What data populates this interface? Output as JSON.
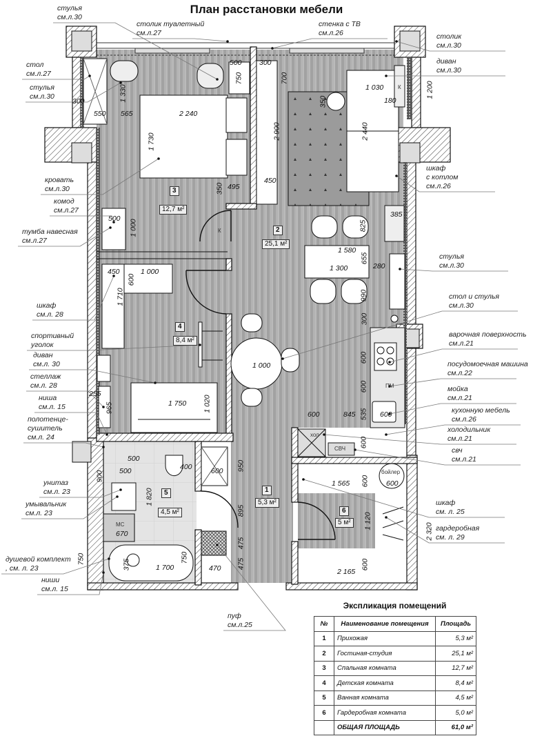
{
  "title": "План расстановки мебели",
  "rooms": [
    {
      "num": "1",
      "area": "5,3 м²"
    },
    {
      "num": "2",
      "area": "25,1 м²"
    },
    {
      "num": "3",
      "area": "12,7 м²"
    },
    {
      "num": "4",
      "area": "8,4 м²"
    },
    {
      "num": "5",
      "area": "4,5 м²"
    },
    {
      "num": "6",
      "area": "5 м²"
    }
  ],
  "marks": {
    "k1": "К",
    "k2": "К",
    "pm": "ПМ",
    "hol": "хол",
    "svch": "СВЧ",
    "boiler": "бойлер",
    "ms": "МС"
  },
  "callouts": [
    {
      "l1": "стулья",
      "l2": "см.л.30"
    },
    {
      "l1": "столик туалетный",
      "l2": "см.л.27"
    },
    {
      "l1": "стол",
      "l2": "см.л.27"
    },
    {
      "l1": "стулья",
      "l2": "см.л.30"
    },
    {
      "l1": "кровать",
      "l2": "см.л.30"
    },
    {
      "l1": "комод",
      "l2": "см.л.27"
    },
    {
      "l1": "тумба навесная",
      "l2": "см.л.27"
    },
    {
      "l1": "шкаф",
      "l2": "см.л. 28"
    },
    {
      "l1": "спортивный",
      "l2": "уголок"
    },
    {
      "l1": "диван",
      "l2": "см.л. 30"
    },
    {
      "l1": "стеллаж",
      "l2": "см.л. 28"
    },
    {
      "l1": "ниша",
      "l2": "см.л. 15"
    },
    {
      "l1": "полотенце-",
      "l2": "сушитель",
      "l3": "см.л. 24"
    },
    {
      "l1": "унитаз",
      "l2": "см.л. 23"
    },
    {
      "l1": "умывальник",
      "l2": "см.л. 23"
    },
    {
      "l1": "душевой комплект",
      "l2": ", см. л. 23"
    },
    {
      "l1": "ниши",
      "l2": "см.л. 15"
    },
    {
      "l1": "пуф",
      "l2": "см.л.25"
    },
    {
      "l1": "стенка с ТВ",
      "l2": "см.л.26"
    },
    {
      "l1": "столик",
      "l2": "см.л.30"
    },
    {
      "l1": "диван",
      "l2": "см.л.30"
    },
    {
      "l1": "шкаф",
      "l2": "с котлом",
      "l3": "см.л.26"
    },
    {
      "l1": "стулья",
      "l2": "см.л.30"
    },
    {
      "l1": "стол и стулья",
      "l2": "см.л.30"
    },
    {
      "l1": "варочная поверхность",
      "l2": "см.л.21"
    },
    {
      "l1": "посудомоечная машина",
      "l2": "см.л.22"
    },
    {
      "l1": "мойка",
      "l2": "см.л.21"
    },
    {
      "l1": "кухонную мебель",
      "l2": "см.л.26"
    },
    {
      "l1": "холодильник",
      "l2": "см.л.21"
    },
    {
      "l1": "свч",
      "l2": "см.л.21"
    },
    {
      "l1": "шкаф",
      "l2": "см. л. 25"
    },
    {
      "l1": "гардеробная",
      "l2": "см. л. 29"
    }
  ],
  "dimensions": [
    "500",
    "300",
    "750",
    "700",
    "1 330",
    "300",
    "550",
    "565",
    "2 240",
    "1 730",
    "2 900",
    "1 030",
    "180",
    "350",
    "2 440",
    "1 200",
    "350",
    "495",
    "450",
    "500",
    "1 000",
    "385",
    "825",
    "1 580",
    "655",
    "1 300",
    "280",
    "990",
    "300",
    "600",
    "600",
    "535",
    "600",
    "845",
    "600",
    "600",
    "450",
    "1 000",
    "600",
    "1 710",
    "1 000",
    "1 750",
    "1 020",
    "255",
    "965",
    "500",
    "500",
    "400",
    "1 820",
    "900",
    "670",
    "750",
    "375",
    "1 700",
    "750",
    "600",
    "950",
    "895",
    "475",
    "475",
    "470",
    "600",
    "1 565",
    "600",
    "1 120",
    "600",
    "2 165",
    "2 320"
  ],
  "explication": {
    "title": "Экспликация помещений",
    "headers": [
      "№",
      "Наименование помещения",
      "Площадь"
    ],
    "rows": [
      {
        "n": "1",
        "name": "Прихожая",
        "area": "5,3 м²"
      },
      {
        "n": "2",
        "name": "Гостиная-студия",
        "area": "25,1 м²"
      },
      {
        "n": "3",
        "name": "Спальная комната",
        "area": "12,7 м²"
      },
      {
        "n": "4",
        "name": "Детская комната",
        "area": "8,4 м²"
      },
      {
        "n": "5",
        "name": "Ванная комната",
        "area": "4,5 м²"
      },
      {
        "n": "6",
        "name": "Гардеробная комната",
        "area": "5,0 м²"
      }
    ],
    "total_label": "ОБЩАЯ ПЛОЩАДЬ",
    "total_area": "61,0 м²"
  },
  "colors": {
    "floor": "#a9a9a9",
    "wall_hatch": "#333333",
    "tile": "#dcdcdc"
  }
}
